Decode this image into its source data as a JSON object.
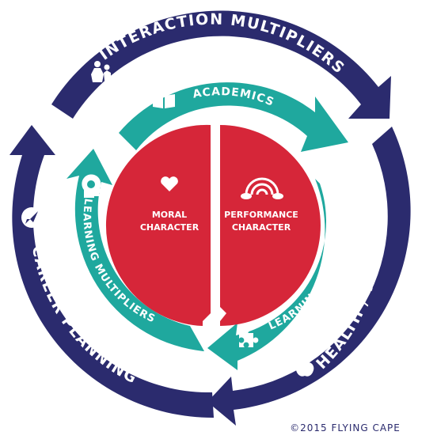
{
  "outer_ring": {
    "top": "INTERACTION MULTIPLIERS",
    "right": "HEALTH / WELLNESS",
    "left": "CAREER PLANNING"
  },
  "inner_ring": {
    "top": "ACADEMICS",
    "left": "LEARNING MULTIPLIERS",
    "right": "LEARNING DIFFERENCES"
  },
  "core": {
    "left_line1": "MORAL",
    "left_line2": "CHARACTER",
    "right_line1": "PERFORMANCE",
    "right_line2": "CHARACTER"
  },
  "copyright": "©2015 FLYING CAPE",
  "icons": [
    "people-icon",
    "book-icon",
    "brain-head-icon",
    "rocket-icon",
    "heart-icon",
    "rainbow-icon",
    "puzzle-icon",
    "apple-icon"
  ],
  "colors": {
    "navy": "#2b2b6e",
    "teal": "#1fa89e",
    "red": "#d62639"
  }
}
